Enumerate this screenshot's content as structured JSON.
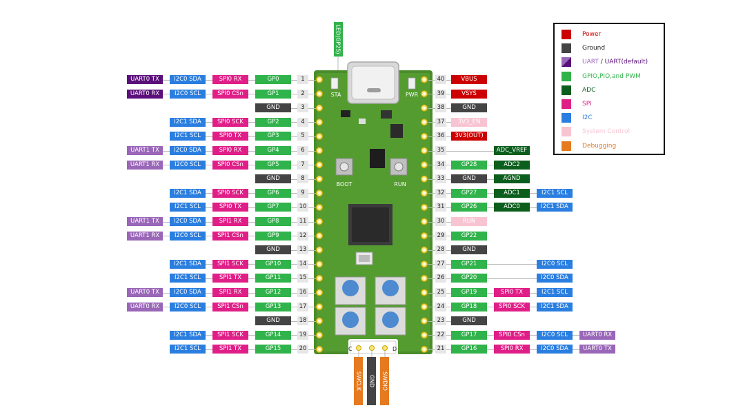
{
  "colors": {
    "power": "#cc0000",
    "ground": "#444444",
    "uart": "#7b2e93",
    "uart_default": "#5a0f7a",
    "uart_light": "#9966b8",
    "gpio": "#2fb34a",
    "adc": "#0b5e1c",
    "spi": "#e01e87",
    "i2c": "#2a7ee0",
    "system": "#f8c4d2",
    "debug": "#e57a1f"
  },
  "board": {
    "led_label": "LED(GP25)",
    "sta_label": "STA",
    "pwr_label": "PWR",
    "boot_label": "BOOT",
    "run_label": "RUN",
    "c_label": "C",
    "d_label": "D"
  },
  "left_pins": [
    {
      "pin": "1",
      "labels": [
        {
          "text": "UART0 TX",
          "type": "uart_default"
        },
        {
          "text": "I2C0 SDA",
          "type": "i2c"
        },
        {
          "text": "SPI0 RX",
          "type": "spi"
        },
        {
          "text": "GP0",
          "type": "gpio"
        }
      ]
    },
    {
      "pin": "2",
      "labels": [
        {
          "text": "UART0 RX",
          "type": "uart_default"
        },
        {
          "text": "I2C0 SCL",
          "type": "i2c"
        },
        {
          "text": "SPI0 CSn",
          "type": "spi"
        },
        {
          "text": "GP1",
          "type": "gpio"
        }
      ]
    },
    {
      "pin": "3",
      "labels": [
        {
          "text": "GND",
          "type": "ground"
        }
      ]
    },
    {
      "pin": "4",
      "labels": [
        {
          "text": "I2C1 SDA",
          "type": "i2c"
        },
        {
          "text": "SPI0 SCK",
          "type": "spi"
        },
        {
          "text": "GP2",
          "type": "gpio"
        }
      ]
    },
    {
      "pin": "5",
      "labels": [
        {
          "text": "I2C1 SCL",
          "type": "i2c"
        },
        {
          "text": "SPI0 TX",
          "type": "spi"
        },
        {
          "text": "GP3",
          "type": "gpio"
        }
      ]
    },
    {
      "pin": "6",
      "labels": [
        {
          "text": "UART1 TX",
          "type": "uart_light"
        },
        {
          "text": "I2C0 SDA",
          "type": "i2c"
        },
        {
          "text": "SPI0 RX",
          "type": "spi"
        },
        {
          "text": "GP4",
          "type": "gpio"
        }
      ]
    },
    {
      "pin": "7",
      "labels": [
        {
          "text": "UART1 RX",
          "type": "uart_light"
        },
        {
          "text": "I2C0 SCL",
          "type": "i2c"
        },
        {
          "text": "SPI0 CSn",
          "type": "spi"
        },
        {
          "text": "GP5",
          "type": "gpio"
        }
      ]
    },
    {
      "pin": "8",
      "labels": [
        {
          "text": "GND",
          "type": "ground"
        }
      ]
    },
    {
      "pin": "9",
      "labels": [
        {
          "text": "I2C1 SDA",
          "type": "i2c"
        },
        {
          "text": "SPI0 SCK",
          "type": "spi"
        },
        {
          "text": "GP6",
          "type": "gpio"
        }
      ]
    },
    {
      "pin": "10",
      "labels": [
        {
          "text": "I2C1 SCL",
          "type": "i2c"
        },
        {
          "text": "SPI0 TX",
          "type": "spi"
        },
        {
          "text": "GP7",
          "type": "gpio"
        }
      ]
    },
    {
      "pin": "11",
      "labels": [
        {
          "text": "UART1 TX",
          "type": "uart_light"
        },
        {
          "text": "I2C0 SDA",
          "type": "i2c"
        },
        {
          "text": "SPI1 RX",
          "type": "spi"
        },
        {
          "text": "GP8",
          "type": "gpio"
        }
      ]
    },
    {
      "pin": "12",
      "labels": [
        {
          "text": "UART1 RX",
          "type": "uart_light"
        },
        {
          "text": "I2C0 SCL",
          "type": "i2c"
        },
        {
          "text": "SPI1 CSn",
          "type": "spi"
        },
        {
          "text": "GP9",
          "type": "gpio"
        }
      ]
    },
    {
      "pin": "13",
      "labels": [
        {
          "text": "GND",
          "type": "ground"
        }
      ]
    },
    {
      "pin": "14",
      "labels": [
        {
          "text": "I2C1 SDA",
          "type": "i2c"
        },
        {
          "text": "SPI1 SCK",
          "type": "spi"
        },
        {
          "text": "GP10",
          "type": "gpio"
        }
      ]
    },
    {
      "pin": "15",
      "labels": [
        {
          "text": "I2C1 SCL",
          "type": "i2c"
        },
        {
          "text": "SPI1 TX",
          "type": "spi"
        },
        {
          "text": "GP11",
          "type": "gpio"
        }
      ]
    },
    {
      "pin": "16",
      "labels": [
        {
          "text": "UART0 TX",
          "type": "uart_light"
        },
        {
          "text": "I2C0 SDA",
          "type": "i2c"
        },
        {
          "text": "SPI1 RX",
          "type": "spi"
        },
        {
          "text": "GP12",
          "type": "gpio"
        }
      ]
    },
    {
      "pin": "17",
      "labels": [
        {
          "text": "UART0 RX",
          "type": "uart_light"
        },
        {
          "text": "I2C0 SCL",
          "type": "i2c"
        },
        {
          "text": "SPI1 CSn",
          "type": "spi"
        },
        {
          "text": "GP13",
          "type": "gpio"
        }
      ]
    },
    {
      "pin": "18",
      "labels": [
        {
          "text": "GND",
          "type": "ground"
        }
      ]
    },
    {
      "pin": "19",
      "labels": [
        {
          "text": "I2C1 SDA",
          "type": "i2c"
        },
        {
          "text": "SPI1 SCK",
          "type": "spi"
        },
        {
          "text": "GP14",
          "type": "gpio"
        }
      ]
    },
    {
      "pin": "20",
      "labels": [
        {
          "text": "I2C1 SCL",
          "type": "i2c"
        },
        {
          "text": "SPI1 TX",
          "type": "spi"
        },
        {
          "text": "GP15",
          "type": "gpio"
        }
      ]
    }
  ],
  "right_pins": [
    {
      "pin": "40",
      "labels": [
        {
          "text": "VBUS",
          "type": "power"
        }
      ]
    },
    {
      "pin": "39",
      "labels": [
        {
          "text": "VSYS",
          "type": "power"
        }
      ]
    },
    {
      "pin": "38",
      "labels": [
        {
          "text": "GND",
          "type": "ground"
        }
      ]
    },
    {
      "pin": "37",
      "labels": [
        {
          "text": "3V3_EN",
          "type": "system"
        }
      ]
    },
    {
      "pin": "36",
      "labels": [
        {
          "text": "3V3(OUT)",
          "type": "power"
        }
      ]
    },
    {
      "pin": "35",
      "labels": [
        {
          "text": "ADC_VREF",
          "type": "adc"
        }
      ]
    },
    {
      "pin": "34",
      "labels": [
        {
          "text": "GP28",
          "type": "gpio"
        },
        {
          "text": "ADC2",
          "type": "adc"
        }
      ]
    },
    {
      "pin": "33",
      "labels": [
        {
          "text": "GND",
          "type": "ground"
        },
        {
          "text": "AGND",
          "type": "adc"
        }
      ]
    },
    {
      "pin": "32",
      "labels": [
        {
          "text": "GP27",
          "type": "gpio"
        },
        {
          "text": "ADC1",
          "type": "adc"
        },
        {
          "text": "I2C1 SCL",
          "type": "i2c"
        }
      ]
    },
    {
      "pin": "31",
      "labels": [
        {
          "text": "GP26",
          "type": "gpio"
        },
        {
          "text": "ADC0",
          "type": "adc"
        },
        {
          "text": "I2C1 SDA",
          "type": "i2c"
        }
      ]
    },
    {
      "pin": "30",
      "labels": [
        {
          "text": "RUN",
          "type": "system"
        }
      ]
    },
    {
      "pin": "29",
      "labels": [
        {
          "text": "GP22",
          "type": "gpio"
        }
      ]
    },
    {
      "pin": "28",
      "labels": [
        {
          "text": "GND",
          "type": "ground"
        }
      ]
    },
    {
      "pin": "27",
      "labels": [
        {
          "text": "GP21",
          "type": "gpio"
        },
        {
          "text": "I2C0 SCL",
          "type": "i2c"
        }
      ]
    },
    {
      "pin": "26",
      "labels": [
        {
          "text": "GP20",
          "type": "gpio"
        },
        {
          "text": "I2C0 SDA",
          "type": "i2c"
        }
      ]
    },
    {
      "pin": "25",
      "labels": [
        {
          "text": "GP19",
          "type": "gpio"
        },
        {
          "text": "SPI0 TX",
          "type": "spi"
        },
        {
          "text": "I2C1 SCL",
          "type": "i2c"
        }
      ]
    },
    {
      "pin": "24",
      "labels": [
        {
          "text": "GP18",
          "type": "gpio"
        },
        {
          "text": "SPI0 SCK",
          "type": "spi"
        },
        {
          "text": "I2C1 SDA",
          "type": "i2c"
        }
      ]
    },
    {
      "pin": "23",
      "labels": [
        {
          "text": "GND",
          "type": "ground"
        }
      ]
    },
    {
      "pin": "22",
      "labels": [
        {
          "text": "GP17",
          "type": "gpio"
        },
        {
          "text": "SPI0 CSn",
          "type": "spi"
        },
        {
          "text": "I2C0 SCL",
          "type": "i2c"
        },
        {
          "text": "UART0 RX",
          "type": "uart_light"
        }
      ]
    },
    {
      "pin": "21",
      "labels": [
        {
          "text": "GP16",
          "type": "gpio"
        },
        {
          "text": "SPI0 RX",
          "type": "spi"
        },
        {
          "text": "I2C0 SDA",
          "type": "i2c"
        },
        {
          "text": "UART0 TX",
          "type": "uart_light"
        }
      ]
    }
  ],
  "debug_pins": [
    {
      "text": "SWCLK",
      "type": "debug"
    },
    {
      "text": "GND",
      "type": "ground"
    },
    {
      "text": "SWDIO",
      "type": "debug"
    }
  ],
  "legend": [
    {
      "text": "Power",
      "type": "power"
    },
    {
      "text": "Ground",
      "type": "ground"
    },
    {
      "text": "UART",
      "text2": "UART(default)",
      "type": "uart"
    },
    {
      "text": "GPIO,PIO,and PWM",
      "type": "gpio"
    },
    {
      "text": "ADC",
      "type": "adc"
    },
    {
      "text": "SPI",
      "type": "spi"
    },
    {
      "text": "I2C",
      "type": "i2c"
    },
    {
      "text": "System Control",
      "type": "system"
    },
    {
      "text": "Debugging",
      "type": "debug"
    }
  ]
}
